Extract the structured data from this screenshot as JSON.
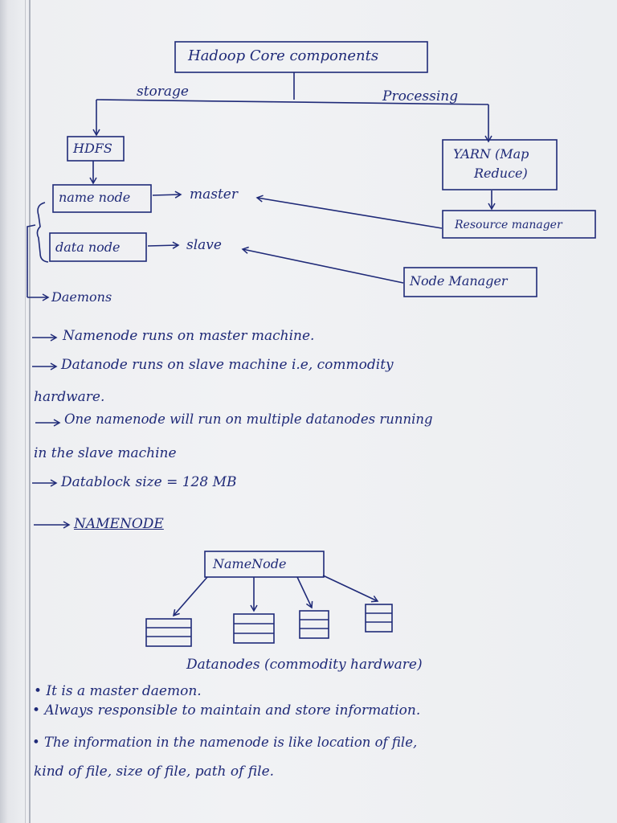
{
  "title": "Hadoop Core components",
  "branches": {
    "storage": "storage",
    "processing": "Processing"
  },
  "storage": {
    "hdfs": "HDFS",
    "namenode": "name node",
    "namenode_role": "master",
    "datanode": "data node",
    "datanode_role": "slave",
    "daemons": "Daemons"
  },
  "processing": {
    "yarn_line1": "YARN (Map",
    "yarn_line2": "Reduce)",
    "resource_manager": "Resource manager",
    "node_manager": "Node Manager"
  },
  "notes": [
    "Namenode runs on master machine.",
    "Datanode runs on slave machine i.e, commodity",
    "hardware.",
    "One namenode will run on multiple datanodes running",
    "in the slave machine",
    "Datablock size = 128 MB"
  ],
  "section_heading": "NAMENODE",
  "namenode_box": "NameNode",
  "datanodes_caption": "Datanodes (commodity hardware)",
  "bullets": [
    "• It is a master daemon.",
    "• Always responsible to maintain and store information.",
    "• The information in the namenode is like location of file,",
    "kind of file, size of file, path of file."
  ],
  "colors": {
    "ink": "#1f2a78",
    "paper": "#eef0f3",
    "margin": "#aeb3bd"
  }
}
